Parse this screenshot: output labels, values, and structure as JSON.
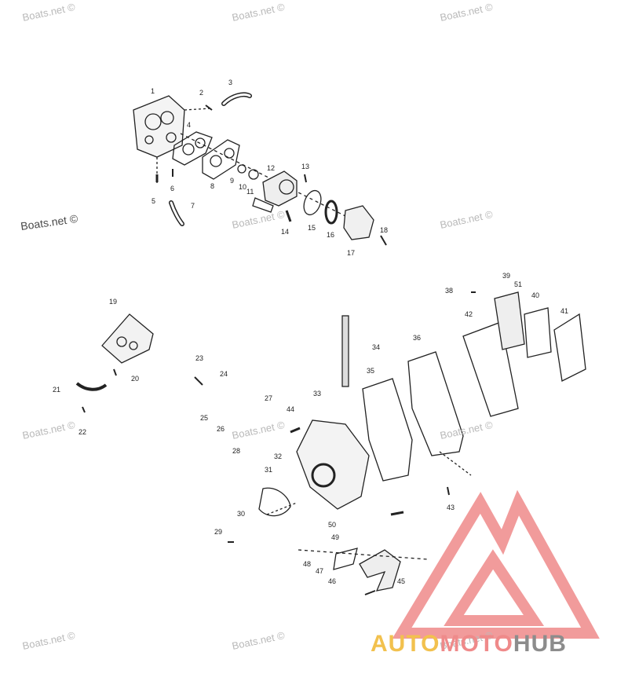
{
  "watermarks": [
    {
      "text": "Boats.net ©"
    },
    {
      "text": "Boats.net ©"
    },
    {
      "text": "Boats.net ©"
    },
    {
      "text": "Boats.net ©"
    },
    {
      "text": "Boats.net ©"
    },
    {
      "text": "Boats.net ©"
    },
    {
      "text": "Boats.net ©"
    },
    {
      "text": "Boats.net ©"
    },
    {
      "text": "Boats.net ©"
    },
    {
      "text": "Boats.net ©"
    },
    {
      "text": "Boats.net ©"
    },
    {
      "text": "Boats.net ©"
    }
  ],
  "part_numbers": [
    "1",
    "2",
    "3",
    "4",
    "5",
    "6",
    "7",
    "8",
    "9",
    "10",
    "11",
    "12",
    "13",
    "14",
    "15",
    "16",
    "17",
    "18",
    "19",
    "20",
    "21",
    "22",
    "23",
    "24",
    "25",
    "26",
    "27",
    "28",
    "29",
    "30",
    "31",
    "32",
    "33",
    "34",
    "35",
    "36",
    "38",
    "39",
    "40",
    "41",
    "42",
    "43",
    "44",
    "45",
    "46",
    "47",
    "48",
    "49",
    "50",
    "51"
  ],
  "logo": {
    "part1": "AUTO",
    "part2": "MOTO",
    "part3": "HUB",
    "colors": {
      "auto": "#f2c14e",
      "moto": "#ef8a8a",
      "hub": "#8c8c8c",
      "mark": "#ef8a8a"
    }
  }
}
